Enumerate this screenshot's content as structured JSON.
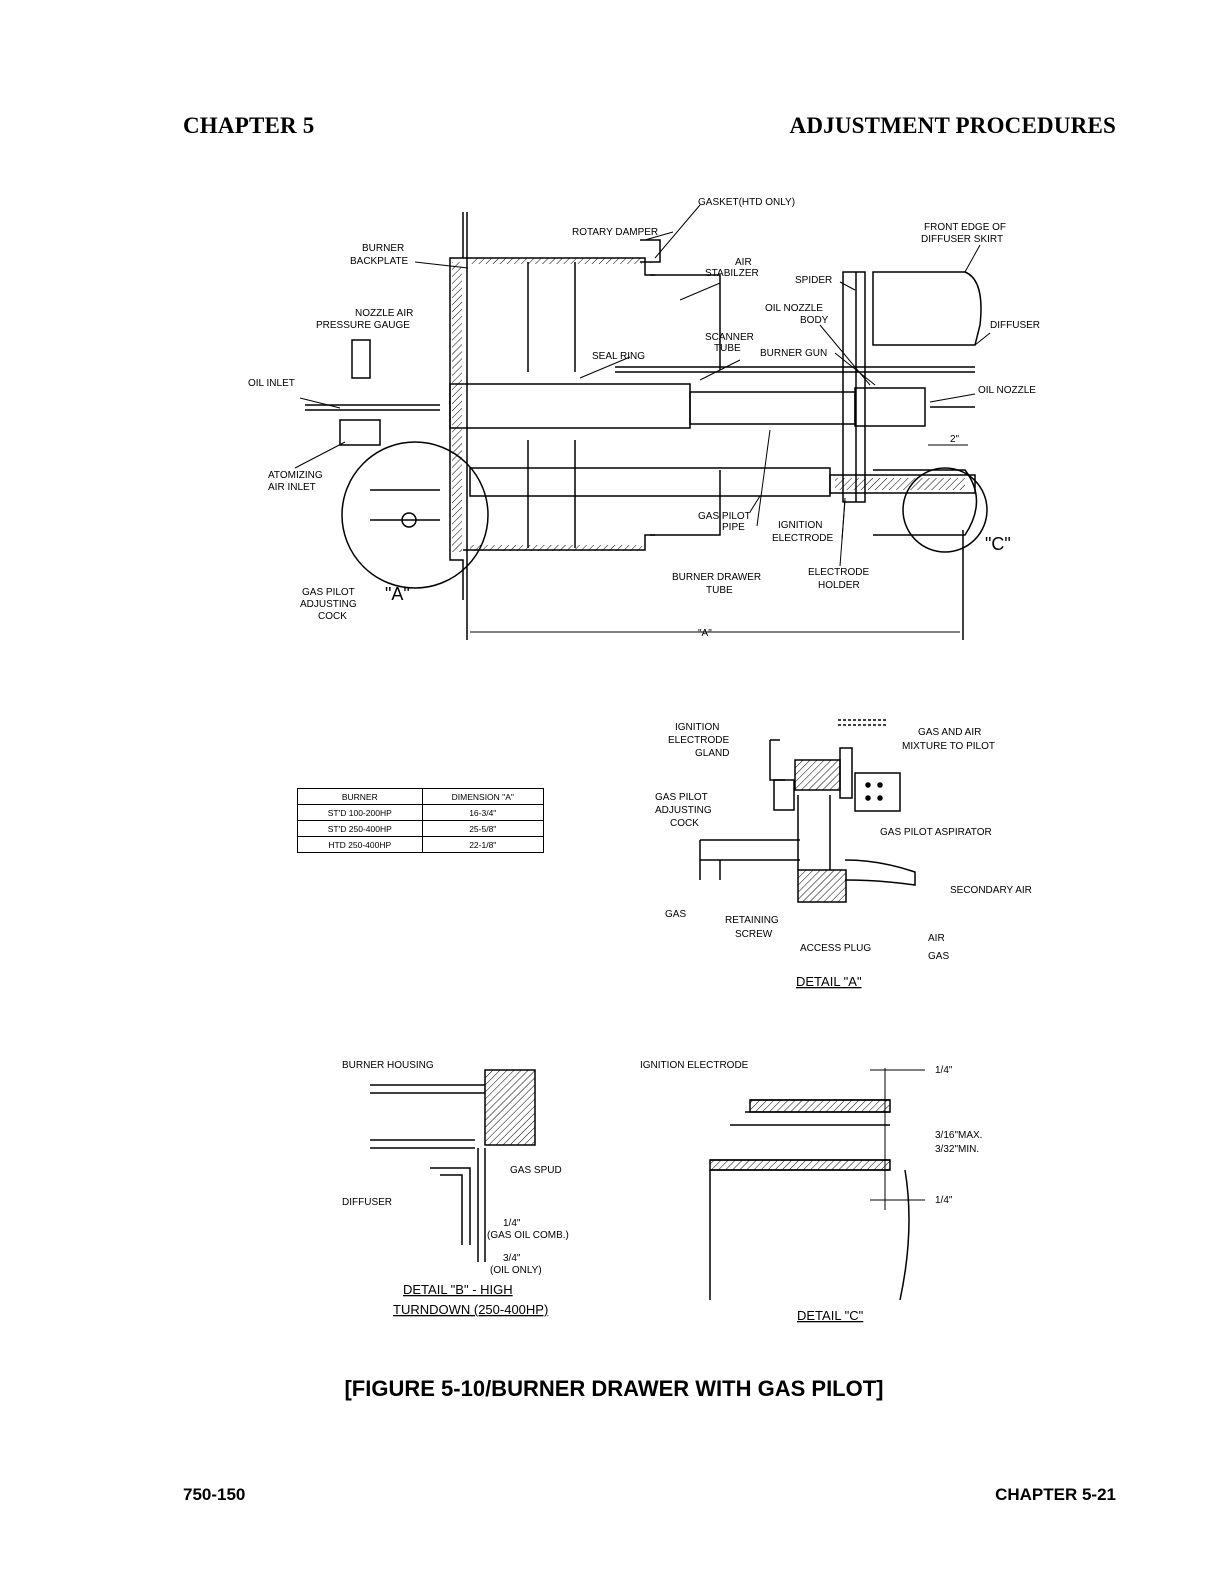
{
  "header": {
    "chapter": "CHAPTER 5",
    "section": "ADJUSTMENT PROCEDURES"
  },
  "main_view": {
    "labels": {
      "gasket": "GASKET(HTD ONLY)",
      "rotary_damper": "ROTARY DAMPER",
      "front_edge_1": "FRONT EDGE OF",
      "front_edge_2": "DIFFUSER SKIRT",
      "backplate_1": "BURNER",
      "backplate_2": "BACKPLATE",
      "air_stabilizer_1": "AIR",
      "air_stabilizer_2": "STABILZER",
      "spider": "SPIDER",
      "nozzle_gauge_1": "NOZZLE AIR",
      "nozzle_gauge_2": "PRESSURE GAUGE",
      "oil_nozzle_body_1": "OIL NOZZLE",
      "oil_nozzle_body_2": "BODY",
      "diffuser": "DIFFUSER",
      "scanner_tube_1": "SCANNER",
      "scanner_tube_2": "TUBE",
      "burner_gun": "BURNER GUN",
      "seal_ring": "SEAL RING",
      "oil_inlet": "OIL INLET",
      "oil_nozzle": "OIL NOZZLE",
      "two_inch": "2\"",
      "atomizing_1": "ATOMIZING",
      "atomizing_2": "AIR INLET",
      "gas_pilot_pipe_1": "GAS PILOT",
      "gas_pilot_pipe_2": "PIPE",
      "ignition_electrode_1": "IGNITION",
      "ignition_electrode_2": "ELECTRODE",
      "detail_c_marker": "\"C\"",
      "gas_pilot_cock_1": "GAS PILOT",
      "gas_pilot_cock_2": "ADJUSTING",
      "gas_pilot_cock_3": "COCK",
      "detail_a_marker": "\"A\"",
      "burner_drawer_1": "BURNER DRAWER",
      "burner_drawer_2": "TUBE",
      "electrode_holder_1": "ELECTRODE",
      "electrode_holder_2": "HOLDER",
      "dimension_a": "\"A\""
    }
  },
  "dimension_table": {
    "headers": [
      "BURNER",
      "DIMENSION \"A\""
    ],
    "rows": [
      [
        "ST'D 100-200HP",
        "16-3/4\""
      ],
      [
        "ST'D 250-400HP",
        "25-5/8\""
      ],
      [
        "HTD 250-400HP",
        "22-1/8\""
      ]
    ]
  },
  "detail_a": {
    "labels": {
      "gland_1": "IGNITION",
      "gland_2": "ELECTRODE",
      "gland_3": "GLAND",
      "mixture_1": "GAS AND AIR",
      "mixture_2": "MIXTURE TO PILOT",
      "cock_1": "GAS PILOT",
      "cock_2": "ADJUSTING",
      "cock_3": "COCK",
      "aspirator": "GAS PILOT ASPIRATOR",
      "secondary_air": "SECONDARY AIR",
      "gas": "GAS",
      "retaining_1": "RETAINING",
      "retaining_2": "SCREW",
      "access_plug": "ACCESS PLUG",
      "legend_air": "AIR",
      "legend_gas": "GAS",
      "title": "DETAIL \"A\""
    }
  },
  "detail_b": {
    "labels": {
      "housing": "BURNER HOUSING",
      "gas_spud": "GAS SPUD",
      "diffuser": "DIFFUSER",
      "quarter": "1/4\"",
      "gas_oil": "(GAS OIL COMB.)",
      "three_quarter": "3/4\"",
      "oil_only": "(OIL ONLY)",
      "title_1": "DETAIL \"B\" - HIGH",
      "title_2": "TURNDOWN (250-400HP)"
    }
  },
  "detail_c": {
    "labels": {
      "electrode": "IGNITION ELECTRODE",
      "quarter_top": "1/4\"",
      "max": "3/16\"MAX.",
      "min": "3/32\"MIN.",
      "quarter_bottom": "1/4\"",
      "title": "DETAIL \"C\""
    }
  },
  "caption": "[FIGURE 5-10/BURNER DRAWER WITH GAS PILOT]",
  "footer": {
    "doc_number": "750-150",
    "page": "CHAPTER 5-21"
  }
}
